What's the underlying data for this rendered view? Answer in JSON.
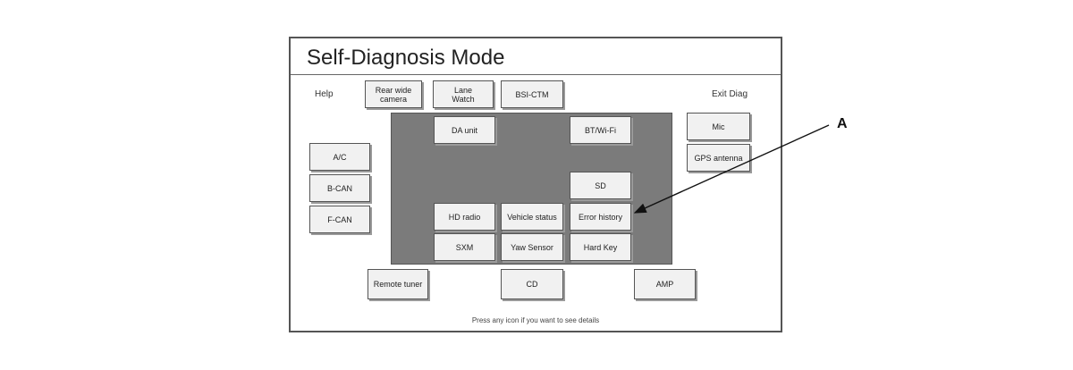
{
  "title": "Self-Diagnosis Mode",
  "help_label": "Help",
  "exit_label": "Exit Diag",
  "top_buttons": [
    "Rear wide\ncamera",
    "Lane\nWatch",
    "BSI-CTM"
  ],
  "left_buttons": [
    "A/C",
    "B-CAN",
    "F-CAN"
  ],
  "right_buttons": [
    "Mic",
    "GPS antenna"
  ],
  "panel_buttons": {
    "da_unit": "DA unit",
    "bt_wifi": "BT/Wi-Fi",
    "sd": "SD",
    "hd_radio": "HD radio",
    "vehicle_status": "Vehicle status",
    "error_history": "Error history",
    "sxm": "SXM",
    "yaw_sensor": "Yaw Sensor",
    "hard_key": "Hard Key"
  },
  "bottom_buttons": [
    "Remote tuner",
    "CD",
    "AMP"
  ],
  "footer": "Press any icon if you want to see details",
  "callout": "A",
  "colors": {
    "panel": "#7b7b7b",
    "button": "#f1f1f1",
    "border": "#555555"
  }
}
